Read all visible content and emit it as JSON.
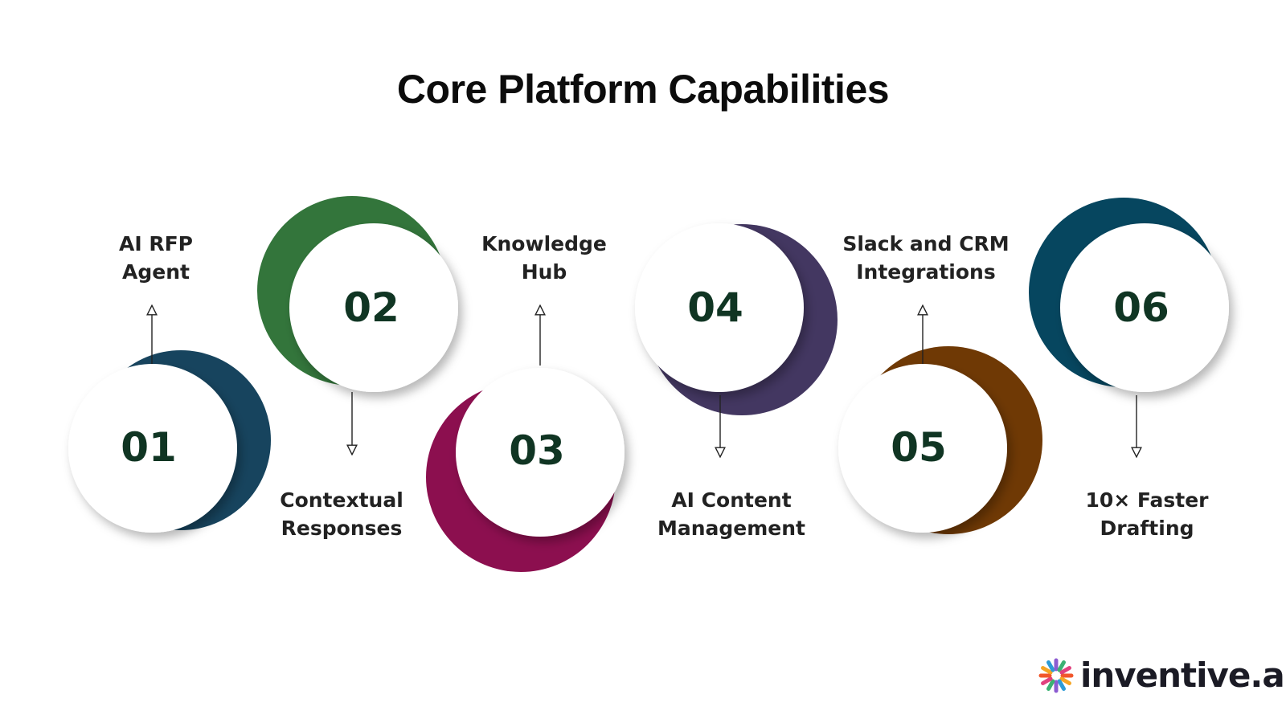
{
  "title": "Core Platform Capabilities",
  "steps": [
    {
      "number": "01",
      "label_lines": [
        "AI RFP",
        "Agent"
      ],
      "color": "#17445e"
    },
    {
      "number": "02",
      "label_lines": [
        "Contextual",
        "Responses"
      ],
      "color": "#33753b"
    },
    {
      "number": "03",
      "label_lines": [
        "Knowledge",
        "Hub"
      ],
      "color": "#8c0f4f"
    },
    {
      "number": "04",
      "label_lines": [
        "AI Content",
        "Management"
      ],
      "color": "#433761"
    },
    {
      "number": "05",
      "label_lines": [
        "Slack and CRM",
        "Integrations"
      ],
      "color": "#6f3905"
    },
    {
      "number": "06",
      "label_lines": [
        "10× Faster",
        "Drafting"
      ],
      "color": "#06465f"
    }
  ],
  "brand": {
    "name": "inventive.ai",
    "logo_colors": [
      "#f1572c",
      "#f5a524",
      "#2d9bd6",
      "#8c5bd1",
      "#3bb273",
      "#e0417e"
    ]
  },
  "colors": {
    "number_text": "#103523",
    "circle_fill": "#ffffff"
  }
}
